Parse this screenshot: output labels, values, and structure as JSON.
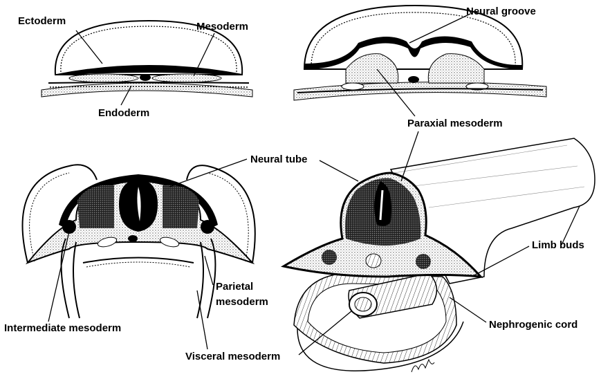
{
  "labels": {
    "ectoderm": "Ectoderm",
    "mesoderm": "Mesoderm",
    "endoderm": "Endoderm",
    "neural_groove": "Neural groove",
    "paraxial_mesoderm": "Paraxial mesoderm",
    "neural_tube": "Neural tube",
    "limb_buds": "Limb buds",
    "parietal_mesoderm_line1": "Parietal",
    "parietal_mesoderm_line2": "mesoderm",
    "intermediate_mesoderm": "Intermediate mesoderm",
    "nephrogenic_cord": "Nephrogenic cord",
    "visceral_mesoderm": "Visceral mesoderm"
  },
  "colors": {
    "ink": "#000000",
    "paper": "#ffffff",
    "stipple": "#c8c8c8",
    "dense": "#1a1a1a"
  }
}
